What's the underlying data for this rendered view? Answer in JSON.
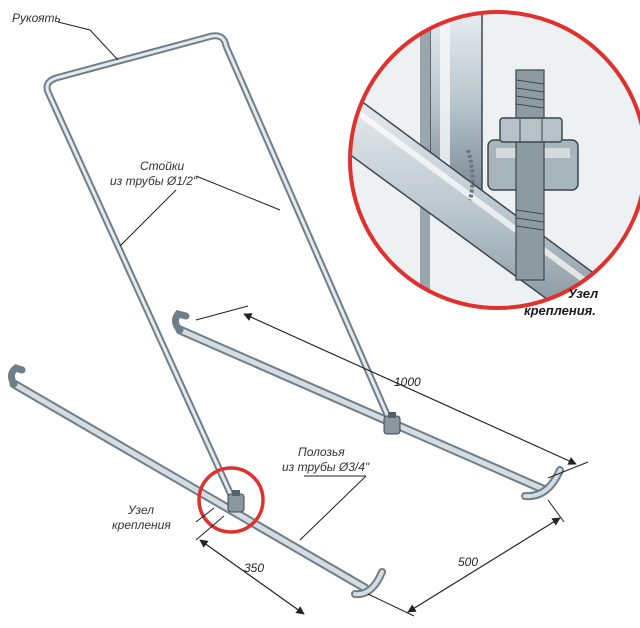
{
  "labels": {
    "handle": "Рукоять",
    "posts_line1": "Стойки",
    "posts_line2": "из трубы Ø1/2\"",
    "runners_line1": "Полозья",
    "runners_line2": "из трубы Ø3/4\"",
    "joint_line1": "Узел",
    "joint_line2": "крепления",
    "joint_detail_line1": "Узел",
    "joint_detail_line2": "крепления."
  },
  "dimensions": {
    "length": "1000",
    "width": "500",
    "joint_offset": "350"
  },
  "colors": {
    "highlight_circle": "#e0312f",
    "tube": "#b8c4cc",
    "tube_shade": "#6f7f8a",
    "dim_line": "#222222"
  }
}
